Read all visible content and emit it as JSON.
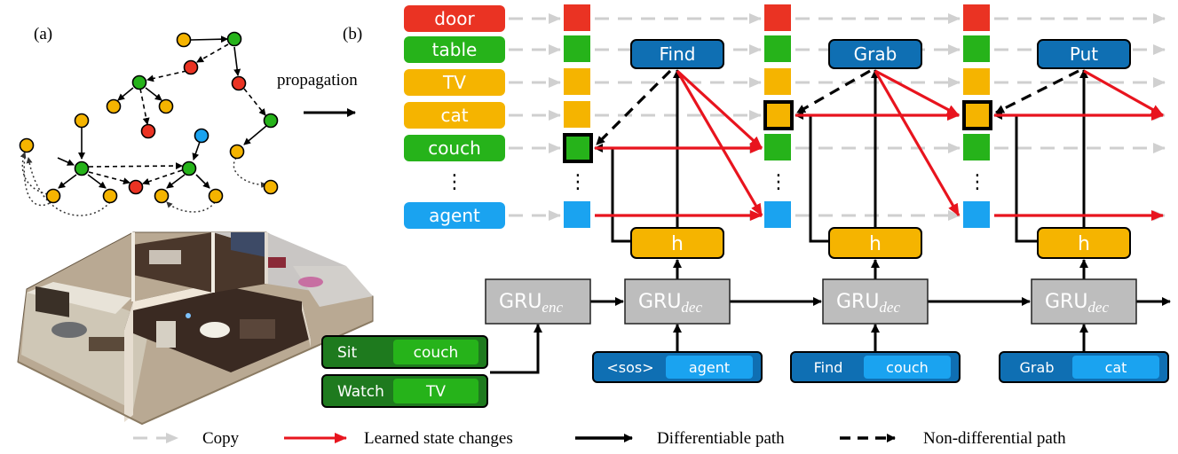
{
  "panels": {
    "a": "(a)",
    "b": "(b)"
  },
  "propagation_label": "propagation",
  "objects": [
    {
      "label": "door",
      "color": "#ea3323"
    },
    {
      "label": "table",
      "color": "#26b31a"
    },
    {
      "label": "TV",
      "color": "#f5b400"
    },
    {
      "label": "cat",
      "color": "#f5b400"
    },
    {
      "label": "couch",
      "color": "#26b31a"
    },
    {
      "label": "agent",
      "color": "#1aa3f0"
    }
  ],
  "ellipsis": "⋮",
  "actions": [
    "Find",
    "Grab",
    "Put"
  ],
  "hidden_label": "h",
  "gru": {
    "enc_base": "GRU",
    "enc_sub": "enc",
    "dec_base": "GRU",
    "dec_sub": "dec"
  },
  "program_inputs": [
    {
      "action": "Sit",
      "object": "couch"
    },
    {
      "action": "Watch",
      "object": "TV"
    }
  ],
  "decoder_inputs": [
    {
      "action": "<sos>",
      "object": "agent"
    },
    {
      "action": "Find",
      "object": "couch"
    },
    {
      "action": "Grab",
      "object": "cat"
    }
  ],
  "legend": [
    {
      "label": "Copy",
      "style": "copy"
    },
    {
      "label": "Learned state changes",
      "style": "learned"
    },
    {
      "label": "Differentiable path",
      "style": "diff"
    },
    {
      "label": "Non-differential path",
      "style": "nondiff"
    }
  ],
  "colors": {
    "red": "#ea3323",
    "green": "#26b31a",
    "yellow": "#f5b400",
    "blue": "#1aa3f0",
    "dark_blue": "#0f6fb3",
    "dark_green": "#1e7a1e",
    "gru_gray": "#bdbdbd",
    "copy_gray": "#cfcfcf"
  }
}
